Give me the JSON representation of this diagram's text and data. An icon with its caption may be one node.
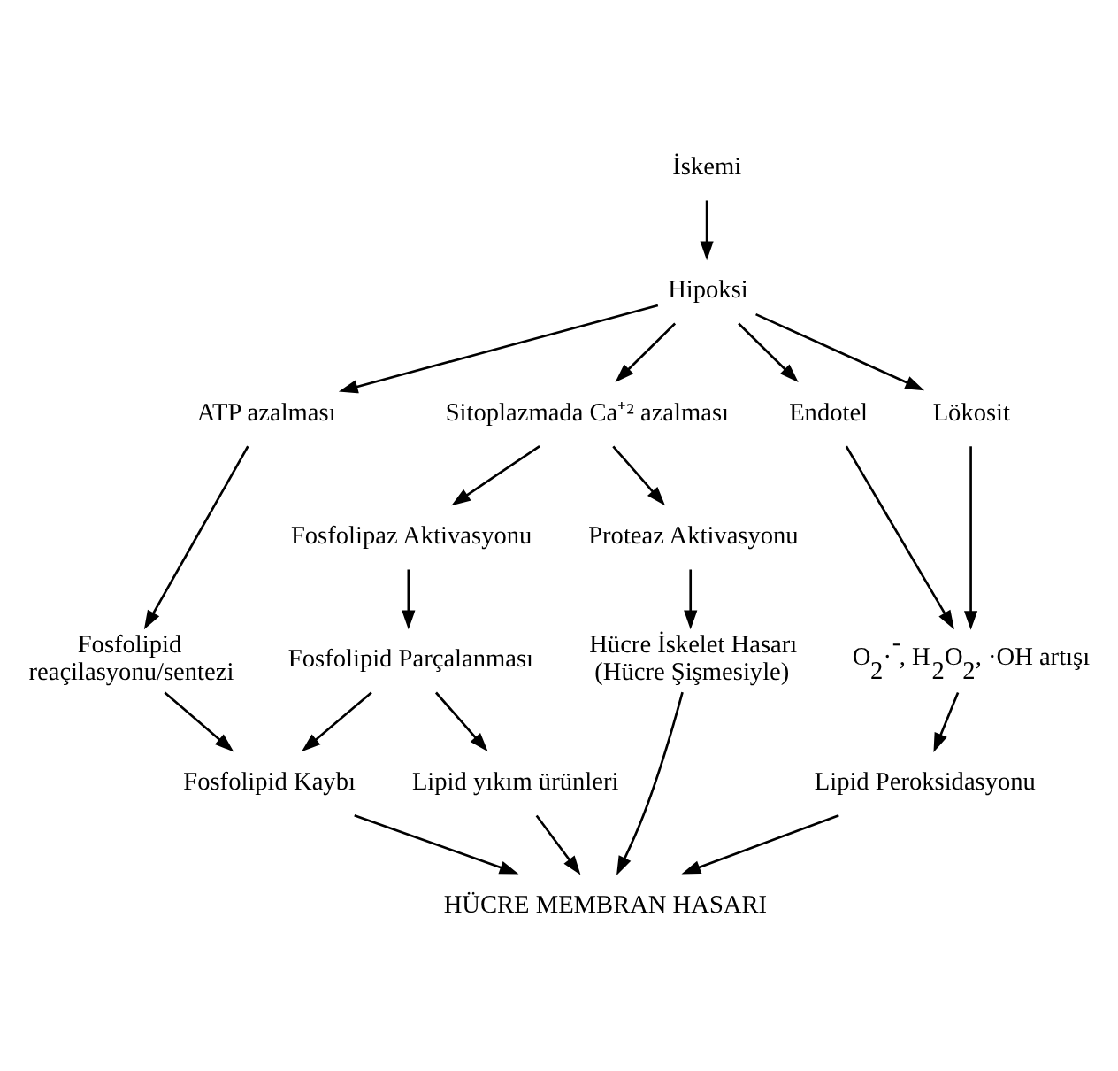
{
  "diagram": {
    "nodes": [
      {
        "text": [
          "İskemi"
        ]
      },
      {
        "text": [
          "Hipoksi"
        ]
      },
      {
        "text": [
          "ATP azalması"
        ]
      },
      {
        "text": [
          "Sitoplazmada Ca⁺² azalması"
        ]
      },
      {
        "text": [
          "Endotel"
        ]
      },
      {
        "text": [
          "Lökosit"
        ]
      },
      {
        "text": [
          "Fosfolipaz Aktivasyonu"
        ]
      },
      {
        "text": [
          "Proteaz Aktivasyonu"
        ]
      },
      {
        "text": [
          "Fosfolipid reaçilasyonu/sentezi"
        ]
      },
      {
        "text": [
          "Fosfolipid Parçalanması"
        ]
      },
      {
        "text": [
          "Hücre İskelet Hasarı (Hücre Şişmesiyle)"
        ]
      },
      {
        "text": [
          "O$_{2}$·$^{-}$, H$_{2}$O$_{2}$, ·OH artışı"
        ]
      },
      {
        "text": [
          "Lipid Peroksidasyonu"
        ]
      },
      {
        "text": [
          "Lipid yıkım ürünleri"
        ]
      },
      {
        "text": [
          "Fosfolipid Kaybı"
        ]
      },
      {
        "text": [
          "HÜCRE MEMBRAN HASARI"
        ]
      }
    ],
    "edges": [
      {
        "from": 0,
        "to": 1,
        "arrow": "to"
      },
      {
        "from": 1,
        "to": 2,
        "arrow": "to"
      },
      {
        "from": 1,
        "to": 3,
        "arrow": "to"
      },
      {
        "from": 1,
        "to": 4,
        "arrow": "to"
      },
      {
        "from": 1,
        "to": 5,
        "arrow": "to"
      },
      {
        "from": 2,
        "to": 8,
        "arrow": "to"
      },
      {
        "from": 3,
        "to": 6,
        "arrow": "to"
      },
      {
        "from": 3,
        "to": 7,
        "arrow": "to"
      },
      {
        "from": 4,
        "to": 11,
        "arrow": "to"
      },
      {
        "from": 5,
        "to": 11,
        "arrow": "to"
      },
      {
        "from": 6,
        "to": 9,
        "arrow": "to"
      },
      {
        "from": 7,
        "to": 10,
        "arrow": "to"
      },
      {
        "from": 11,
        "to": 12,
        "arrow": "to"
      },
      {
        "from": 9,
        "to": 13,
        "arrow": "to"
      },
      {
        "from": 9,
        "to": 14,
        "arrow": "to"
      },
      {
        "from": 8,
        "to": 14,
        "arrow": "to"
      },
      {
        "from": 14,
        "to": 15,
        "arrow": "to"
      },
      {
        "from": 13,
        "to": 15,
        "arrow": "to"
      },
      {
        "from": 10,
        "to": 15,
        "arrow": "to"
      },
      {
        "from": 12,
        "to": 15,
        "arrow": "to"
      }
    ]
  }
}
